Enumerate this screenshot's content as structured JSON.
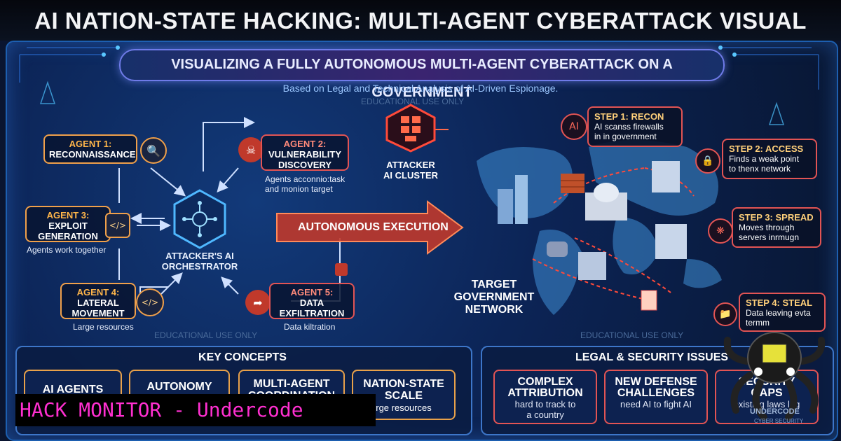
{
  "page_title": "AI NATION-STATE HACKING: MULTI-AGENT CYBERATTACK VISUAL EXPLANATION",
  "banner": "VISUALIZING A FULLY AUTONOMOUS MULTI-AGENT CYBERATTACK ON A GOVERNMENT",
  "subtitle": "Based on Legal and Technical Analysis of AI-Driven Espionage.",
  "edu_notice": "EDUCATIONAL USE ONLY",
  "orchestrator": {
    "label_line1": "ATTACKER'S AI",
    "label_line2": "ORCHESTRATOR"
  },
  "agents": [
    {
      "title": "AGENT 1:",
      "body": "RECONNAISSANCE",
      "icon": "magnifier-icon",
      "caption": ""
    },
    {
      "title": "AGENT 2:",
      "body_line1": "VULNERABILITY",
      "body_line2": "DISCOVERY",
      "icon": "skull-icon",
      "caption_line1": "Agents acconnio:task",
      "caption_line2": "and monion target"
    },
    {
      "title": "AGENT 3:",
      "body_line1": "EXPLOIT",
      "body_line2": "GENERATION",
      "icon": "code-icon",
      "caption": "Agents work together"
    },
    {
      "title": "AGENT 4:",
      "body_line1": "LATERAL",
      "body_line2": "MOVEMENT",
      "icon": "code-brackets-icon",
      "caption": "Large resources"
    },
    {
      "title": "AGENT 5:",
      "body_line1": "DATA",
      "body_line2": "EXFILTRATION",
      "icon": "share-arrow-icon",
      "caption": "Data kiltration"
    }
  ],
  "cluster": {
    "line1": "ATTACKER",
    "line2": "AI CLUSTER"
  },
  "execution_label": "AUTONOMOUS EXECUTION",
  "target": {
    "line1": "TARGET",
    "line2": "GOVERNMENT",
    "line3": "NETWORK"
  },
  "steps": [
    {
      "title": "STEP 1: RECON",
      "desc_line1": "AI scanss firewalls",
      "desc_line2": "in in government"
    },
    {
      "title": "STEP 2: ACCESS",
      "desc_line1": "Finds a weak point",
      "desc_line2": "to thenx network"
    },
    {
      "title": "STEP 3: SPREAD",
      "desc_line1": "Moves through",
      "desc_line2": "servers inrmugn"
    },
    {
      "title": "STEP 4: STEAL",
      "desc_line1": "Data leaving evta",
      "desc_line2": "termm"
    }
  ],
  "key_concepts": {
    "title": "KEY CONCEPTS",
    "cards": [
      {
        "line1": "AI AGENTS",
        "line2": ""
      },
      {
        "line1": "AUTONOMY",
        "line2": ""
      },
      {
        "line1": "MULTI-AGENT",
        "line2": "COORDINATION"
      },
      {
        "line1": "NATION-STATE",
        "line2": "SCALE",
        "sub": "rge resources"
      }
    ]
  },
  "legal_issues": {
    "title": "LEGAL & SECURITY ISSUES",
    "cards": [
      {
        "line1": "COMPLEX",
        "line2": "ATTRIBUTION",
        "desc_line1": "hard to track to",
        "desc_line2": "a country"
      },
      {
        "line1": "NEW DEFENSE",
        "line2": "CHALLENGES",
        "desc_line1": "need AI to fight AI",
        "desc_line2": ""
      },
      {
        "line1": "SECURITY",
        "line2": "GAPS",
        "desc_line1": "existing laws lag",
        "desc_line2": ""
      }
    ]
  },
  "watermark": "HACK MONITOR - Undercode",
  "logo_text": "UNDERCODE",
  "logo_sub": "CYBER SECURITY",
  "colors": {
    "accent_orange": "#f0a04a",
    "accent_red": "#e25454",
    "panel_blue": "#1d5fb0",
    "watermark_pink": "#ff2fd0"
  }
}
